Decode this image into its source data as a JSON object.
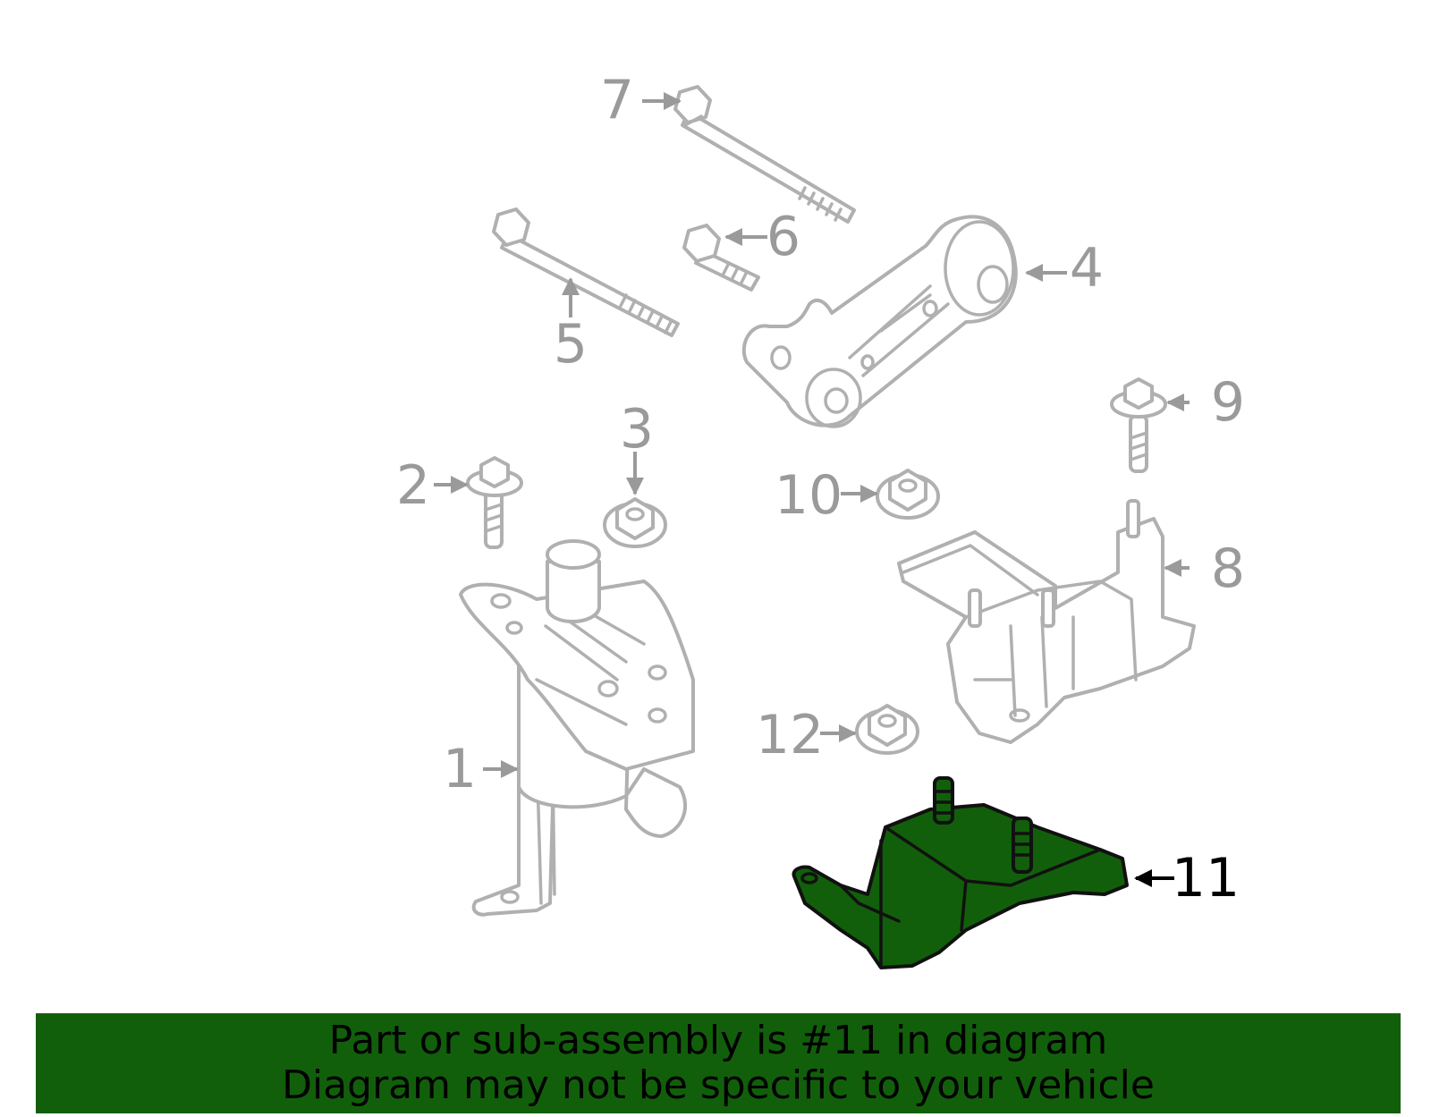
{
  "diagram": {
    "parts": [
      {
        "number": "1"
      },
      {
        "number": "2"
      },
      {
        "number": "3"
      },
      {
        "number": "4"
      },
      {
        "number": "5"
      },
      {
        "number": "6"
      },
      {
        "number": "7"
      },
      {
        "number": "8"
      },
      {
        "number": "9"
      },
      {
        "number": "10"
      },
      {
        "number": "11",
        "highlighted": true
      },
      {
        "number": "12"
      }
    ]
  },
  "banner": {
    "line1": "Part or sub-assembly is #11 in diagram",
    "line2": "Diagram may not be specific to your vehicle",
    "background_color": "#125f0b"
  },
  "colors": {
    "highlight_fill": "#125f0b",
    "callout_gray": "#9a9a9a",
    "line_gray": "#b0b0b0"
  }
}
